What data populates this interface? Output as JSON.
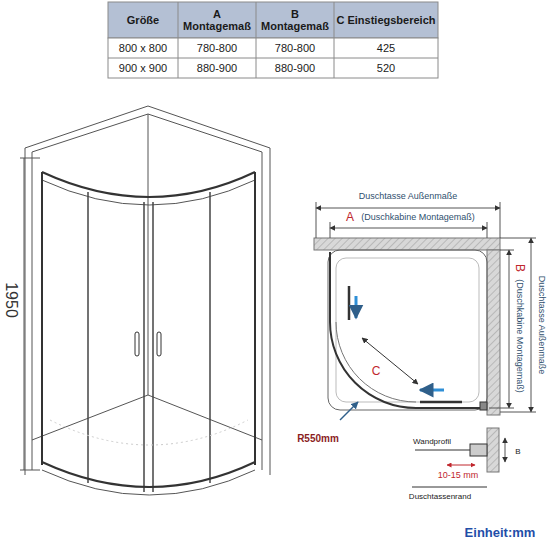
{
  "diagram": {
    "labels": [
      "Größe",
      "A Montagemaß",
      "B Montagemaß",
      "C Einstiegsbereich",
      "800 x 800",
      "780-800",
      "780-800",
      "425",
      "900 x 900",
      "880-900",
      "880-900",
      "520",
      "1950",
      "Duschtasse Außenmaße",
      "A",
      "(Duschkabine Montagemaß)",
      "B",
      "(Duschkabine Montagemaß)",
      "Duschtasse Außenmaße",
      "C",
      "R550mm",
      "Wandprofil",
      "B",
      "10-15 mm",
      "Duschtassenrand",
      "Einheit:mm"
    ]
  }
}
